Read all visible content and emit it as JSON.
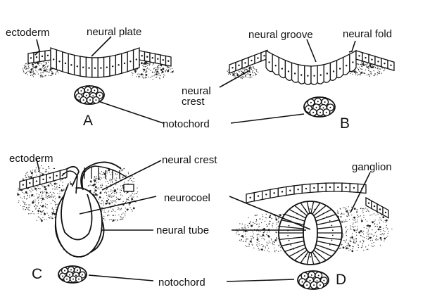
{
  "figure": {
    "subject": "Neural tube formation",
    "panels": [
      {
        "id": "A",
        "label": "A",
        "labels": [
          "ectoderm",
          "neural plate"
        ]
      },
      {
        "id": "B",
        "label": "B",
        "labels": [
          "neural groove",
          "neural fold",
          "neural crest"
        ]
      },
      {
        "id": "C",
        "label": "C",
        "labels": [
          "ectoderm",
          "neural crest",
          "neurocoel",
          "neural tube"
        ]
      },
      {
        "id": "D",
        "label": "D",
        "labels": [
          "ganglion"
        ]
      }
    ],
    "shared_labels": {
      "notochord_top": "notochord",
      "notochord_bottom": "notochord",
      "neural_crest_C": "neural crest",
      "neurocoel": "neurocoel",
      "neural_tube": "neural tube"
    },
    "text": {
      "a_ectoderm": "ectoderm",
      "a_neural_plate": "neural plate",
      "b_neural_groove": "neural groove",
      "b_neural_fold": "neural fold",
      "b_neural_crest_1": "neural",
      "b_neural_crest_2": "crest",
      "notochord_top": "notochord",
      "c_ectoderm": "ectoderm",
      "c_neural_crest": "neural crest",
      "neurocoel": "neurocoel",
      "neural_tube": "neural tube",
      "d_ganglion": "ganglion",
      "notochord_bottom": "notochord",
      "panel_a": "A",
      "panel_b": "B",
      "panel_c": "C",
      "panel_d": "D"
    }
  }
}
